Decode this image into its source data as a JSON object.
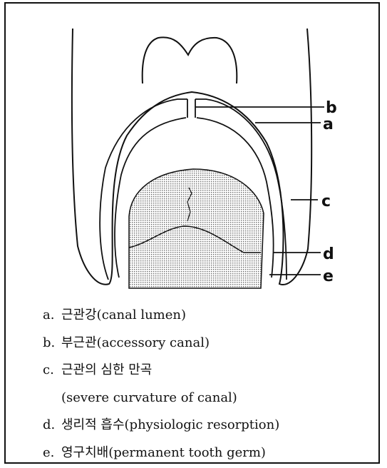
{
  "diagram": {
    "labels": {
      "b": "b",
      "a": "a",
      "c": "c",
      "d": "d",
      "e": "e"
    },
    "colors": {
      "ink": "#111111",
      "stipple": "#d2d2d2",
      "background": "#ffffff"
    }
  },
  "legend": {
    "items": [
      {
        "letter": "a.",
        "text": "근관강(canal lumen)"
      },
      {
        "letter": "b.",
        "text": "부근관(accessory canal)"
      },
      {
        "letter": "c.",
        "text": "근관의 심한 만곡"
      },
      {
        "letter": "",
        "text": "(severe curvature of canal)"
      },
      {
        "letter": "d.",
        "text": "생리적 흡수(physiologic resorption)"
      },
      {
        "letter": "e.",
        "text": "영구치배(permanent tooth germ)"
      }
    ]
  }
}
